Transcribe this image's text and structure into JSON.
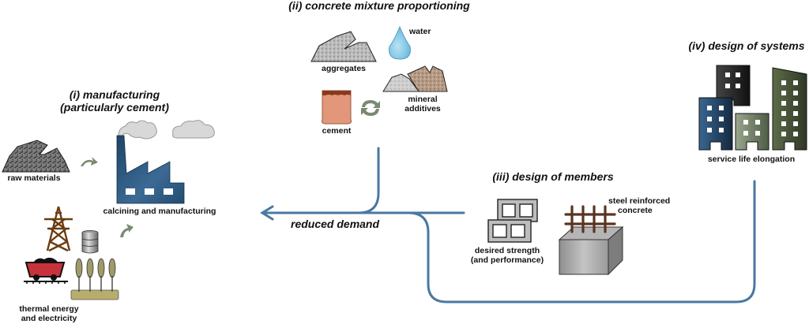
{
  "sections": {
    "manufacturing": {
      "title_line1": "(i) manufacturing",
      "title_line2": "(particularly cement)",
      "items": {
        "raw_materials": "raw materials",
        "calcining": "calcining and manufacturing",
        "energy_line1": "thermal energy",
        "energy_line2": "and electricity"
      }
    },
    "mixture": {
      "title": "(ii) concrete mixture proportioning",
      "items": {
        "aggregates": "aggregates",
        "water": "water",
        "mineral_line1": "mineral",
        "mineral_line2": "additives",
        "cement": "cement"
      }
    },
    "members": {
      "title": "(iii) design of members",
      "items": {
        "strength_line1": "desired strength",
        "strength_line2": "(and performance)",
        "steel_line1": "steel reinforced",
        "steel_line2": "concrete"
      }
    },
    "systems": {
      "title": "(iv) design of systems",
      "items": {
        "service_life": "service life elongation"
      }
    }
  },
  "flow": {
    "label": "reduced demand"
  },
  "colors": {
    "flow_line": "#4a78a0",
    "factory": "#2e5a80",
    "cycle_arrow": "#7a8a72",
    "cement_bag": "#e2967a",
    "water": "#7cc4e6",
    "pylon": "#6a3c10",
    "cart": "#c8323c"
  }
}
